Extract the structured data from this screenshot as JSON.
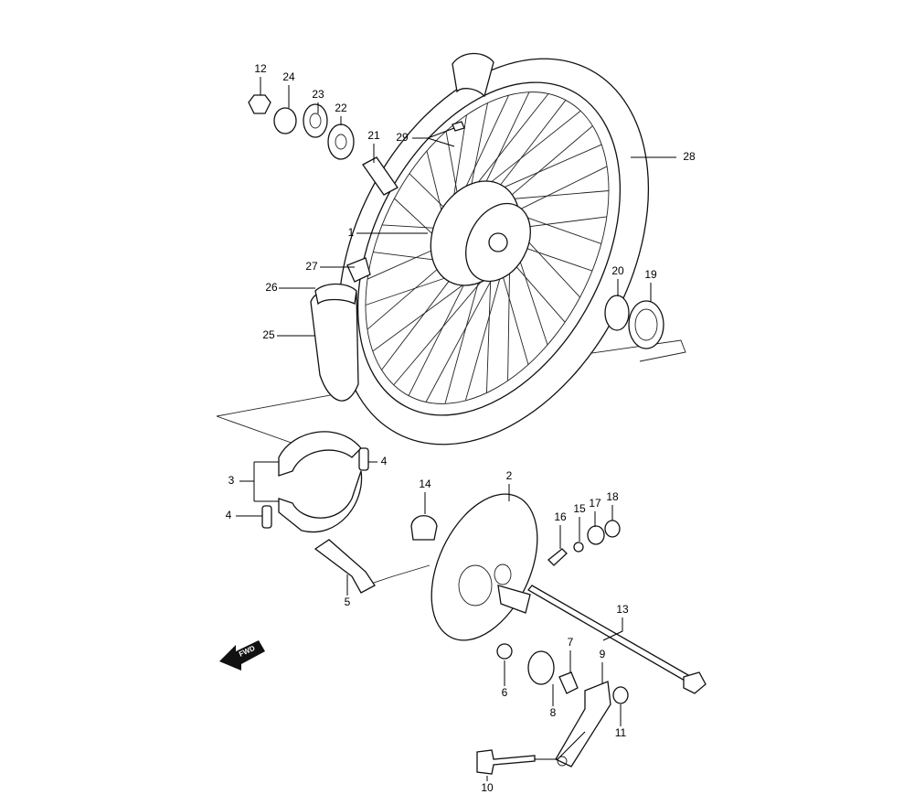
{
  "diagram": {
    "title": "Front wheel exploded parts diagram",
    "fwd_label": "FWD",
    "callouts": {
      "c12": "12",
      "c24": "24",
      "c23": "23",
      "c22": "22",
      "c21": "21",
      "c29": "29",
      "c28": "28",
      "c1": "1",
      "c27": "27",
      "c26": "26",
      "c25": "25",
      "c20": "20",
      "c19": "19",
      "c4a": "4",
      "c3": "3",
      "c4b": "4",
      "c14": "14",
      "c2": "2",
      "c16": "16",
      "c15": "15",
      "c17": "17",
      "c18": "18",
      "c5": "5",
      "c13": "13",
      "c7": "7",
      "c9": "9",
      "c6": "6",
      "c8": "8",
      "c11": "11",
      "c10": "10"
    },
    "spoke_count": 36
  }
}
